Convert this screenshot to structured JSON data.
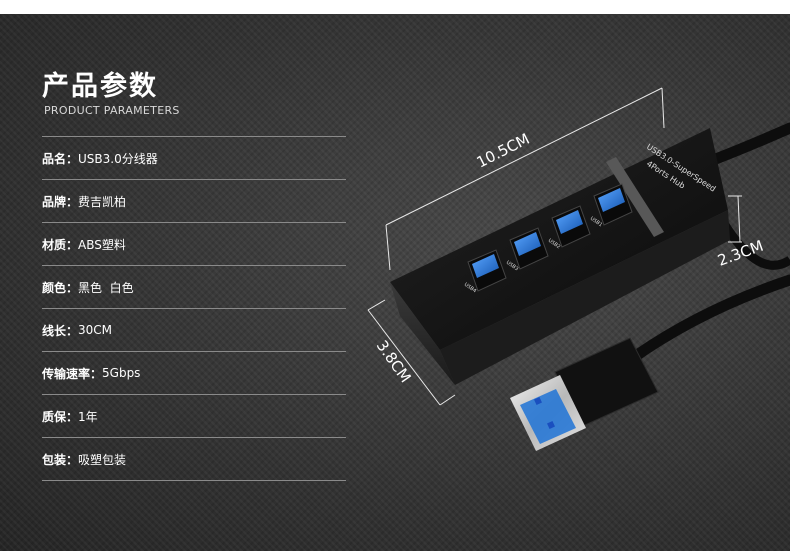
{
  "header": {
    "title_cn": "产品参数",
    "title_en": "PRODUCT PARAMETERS"
  },
  "specs": [
    {
      "key": "品名：",
      "value": "USB3.0分线器"
    },
    {
      "key": "品牌：",
      "value": "费吉凯柏"
    },
    {
      "key": "材质：",
      "value": "ABS塑料"
    },
    {
      "key": "颜色：",
      "value": "黑色  白色"
    },
    {
      "key": "线长：",
      "value": "30CM"
    },
    {
      "key": "传输速率：",
      "value": "5Gbps"
    },
    {
      "key": "质保：",
      "value": "1年"
    },
    {
      "key": "包装：",
      "value": "吸塑包装"
    }
  ],
  "product": {
    "dimensions": {
      "length": "10.5CM",
      "height": "2.3CM",
      "width": "3.8CM"
    },
    "hub_label_line1": "USB3.0-SuperSpeed",
    "hub_label_line2": "4Ports Hub",
    "port_labels": [
      "USB1",
      "USB2",
      "USB3",
      "USB4"
    ],
    "colors": {
      "hub_body": "#111111",
      "port_blue": "#1e73d6",
      "background": "#3a3a3a"
    }
  }
}
